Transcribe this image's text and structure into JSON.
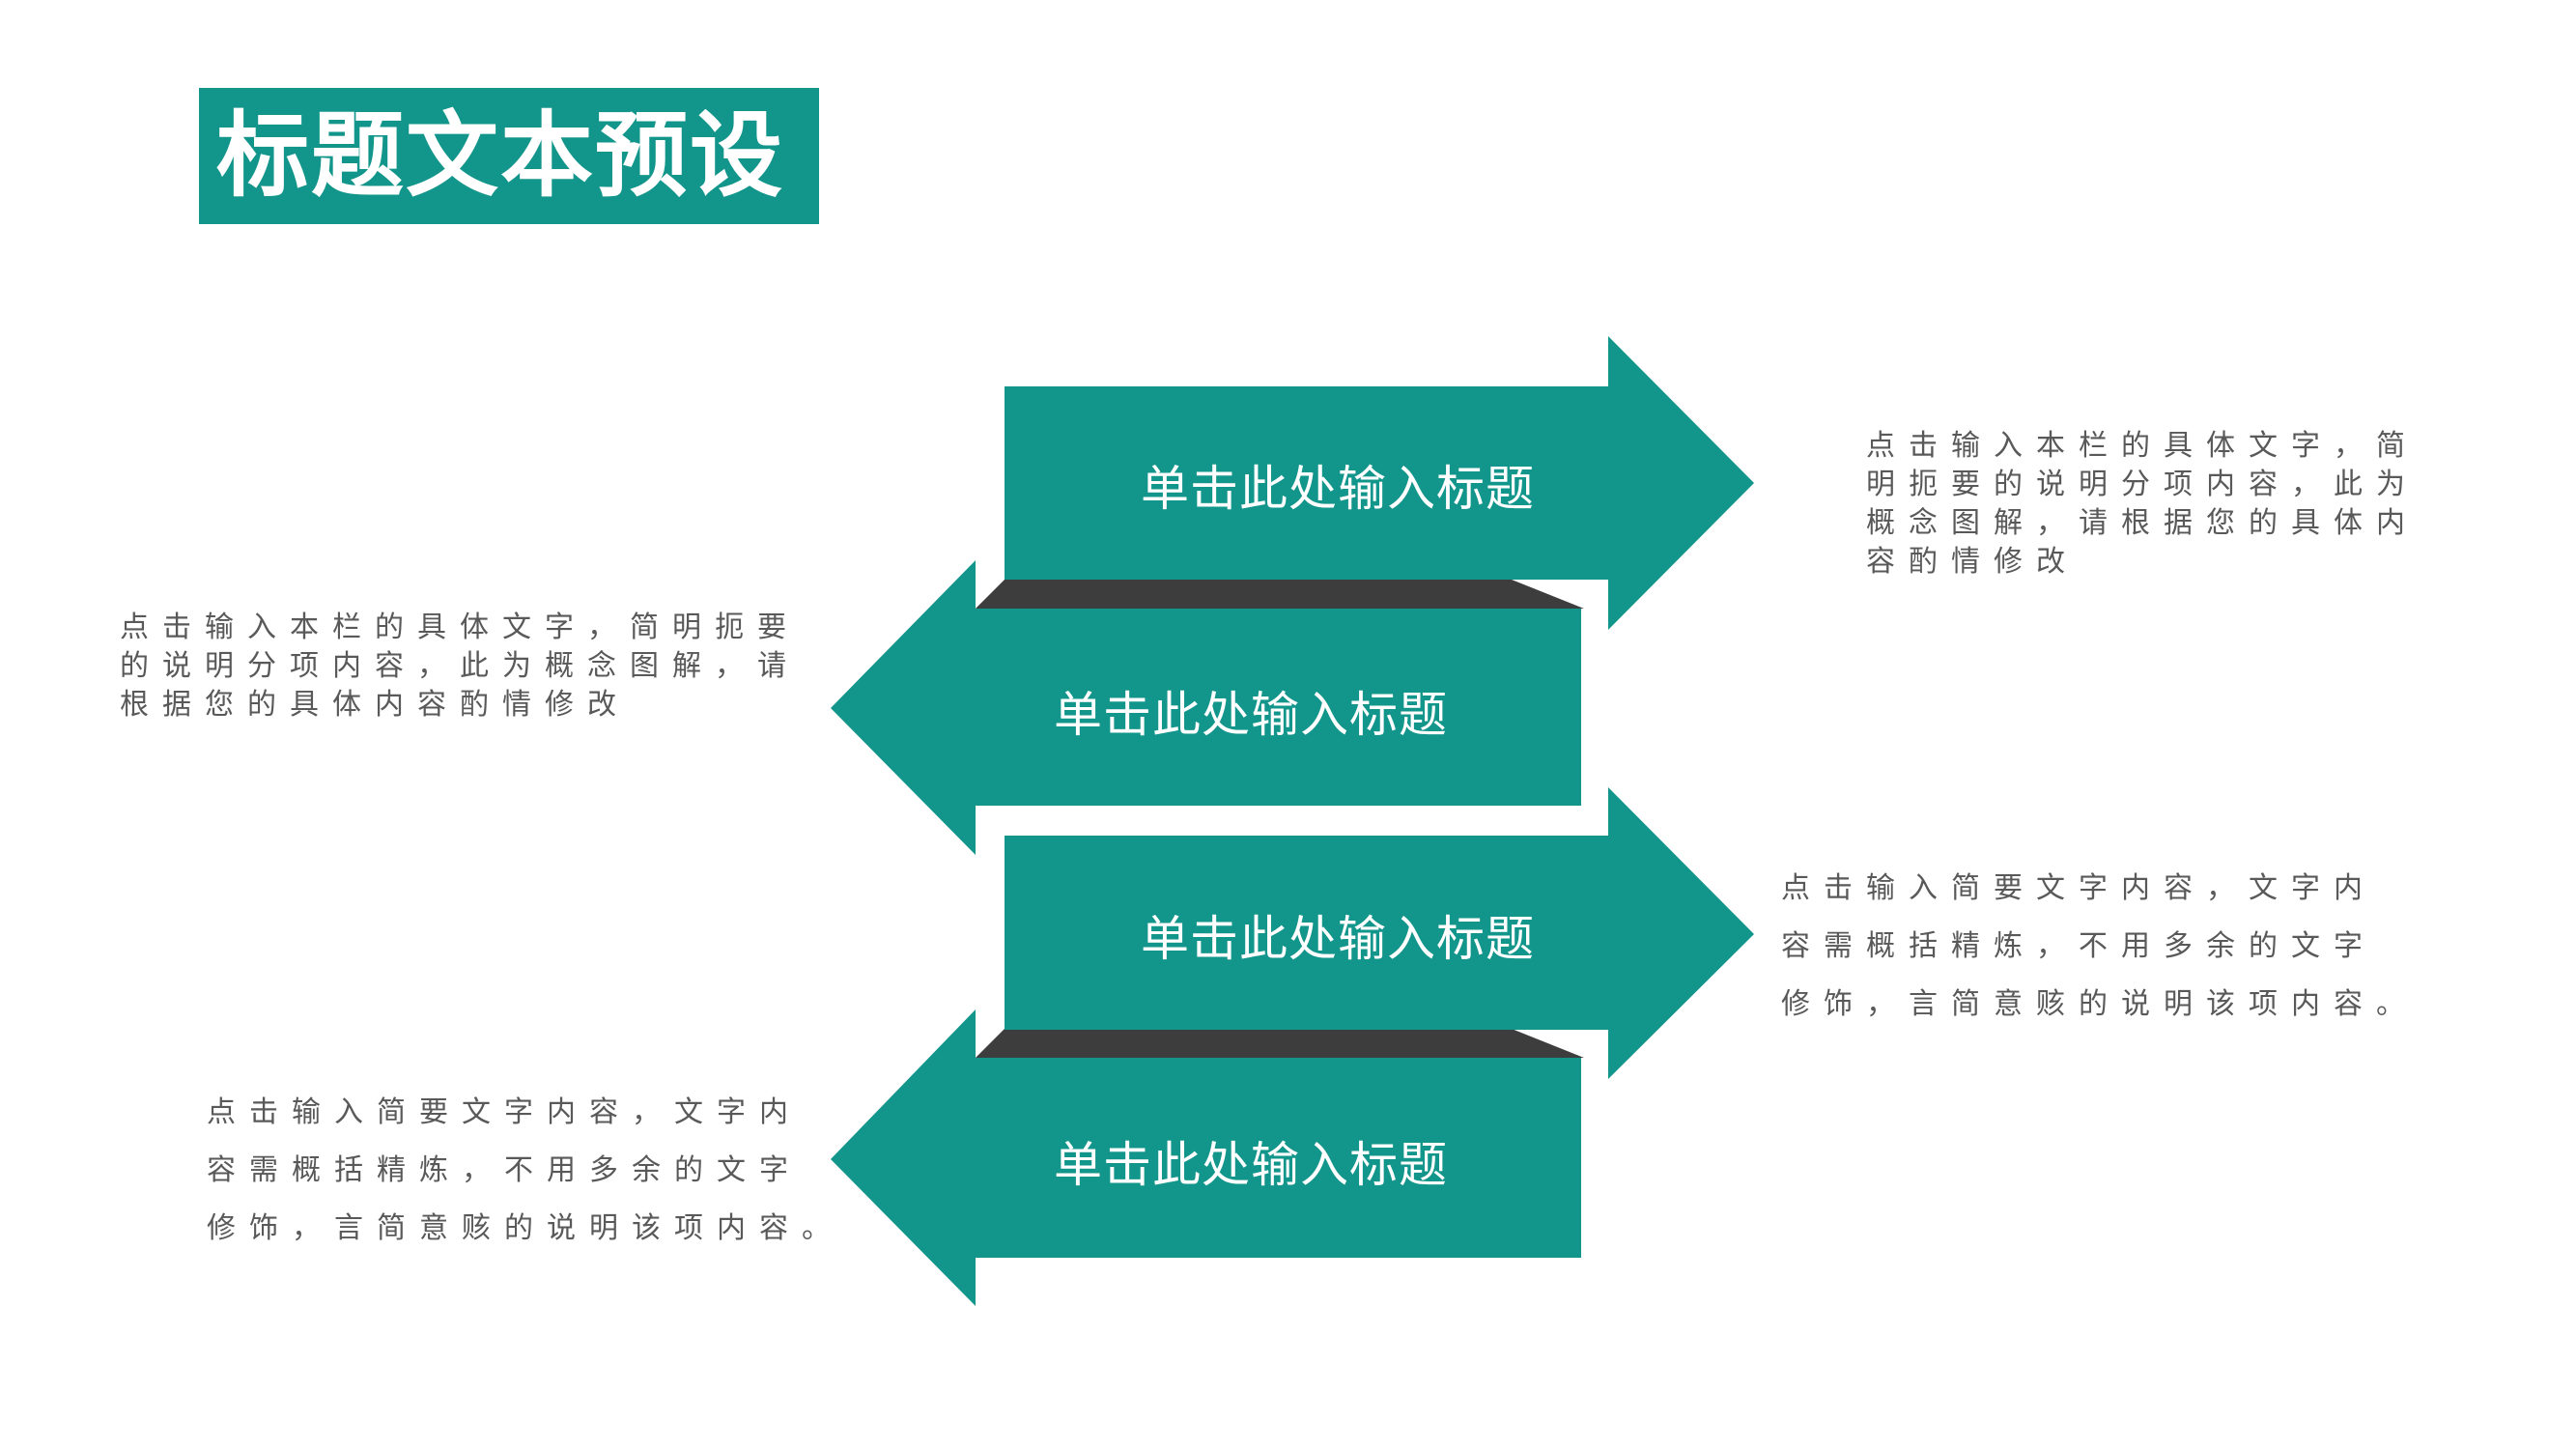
{
  "page_title": "标题文本预设",
  "steps": [
    {
      "label": "单击此处输入标题",
      "direction": "right"
    },
    {
      "label": "单击此处输入标题",
      "direction": "left"
    },
    {
      "label": "单击此处输入标题",
      "direction": "right"
    },
    {
      "label": "单击此处输入标题",
      "direction": "left"
    }
  ],
  "descriptions": {
    "right_top": [
      "点击输入本栏的具体文字，简",
      "明扼要的说明分项内容，此为",
      "概念图解，请根据您的具体内",
      "容酌情修改"
    ],
    "left_top": [
      "点击输入本栏的具体文字，简明扼要",
      "的说明分项内容，此为概念图解，请",
      "根据您的具体内容酌情修改"
    ],
    "right_bottom": [
      "点击输入简要文字内容，文字内",
      "容需概括精炼，不用多余的文字",
      "修饰，言简意赅的说明该项内容。"
    ],
    "left_bottom": [
      "点击输入简要文字内容，文字内",
      "容需概括精炼，不用多余的文字",
      "修饰，言简意赅的说明该项内容。"
    ]
  },
  "colors": {
    "accent": "#12958a",
    "shadow": "#3d3d3d",
    "text": "#595959",
    "background": "#ffffff"
  }
}
